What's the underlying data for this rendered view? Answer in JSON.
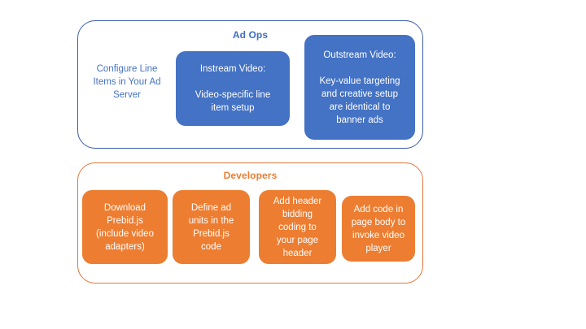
{
  "diagram": {
    "background_color": "#FFFFFF",
    "accent_blue": "#4472C4",
    "accent_orange": "#ED7D31",
    "groups": [
      {
        "id": "ad-ops",
        "title": "Ad Ops",
        "title_color": "#4472C4",
        "border_color": "#3A5DA8",
        "plain_item": {
          "label": "Configure Line\nItems in Your Ad\nServer"
        },
        "cards": [
          {
            "id": "instream-video",
            "label": "Instream Video:\n\nVideo-specific line\nitem setup",
            "fill": "#4472C4"
          },
          {
            "id": "outstream-video",
            "label": "Outstream Video:\n\nKey-value targeting\nand creative setup\nare identical to\nbanner ads",
            "fill": "#4472C4"
          }
        ]
      },
      {
        "id": "developers",
        "title": "Developers",
        "title_color": "#ED7D31",
        "border_color": "#E2763A",
        "cards": [
          {
            "id": "download-prebid",
            "label": "Download\nPrebid.js\n(include video\nadapters)",
            "fill": "#ED7D31"
          },
          {
            "id": "define-ad-units",
            "label": "Define ad\nunits in the\nPrebid.js\ncode",
            "fill": "#ED7D31"
          },
          {
            "id": "add-header-bidding",
            "label": "Add header\nbidding\ncoding to\nyour page\nheader",
            "fill": "#ED7D31"
          },
          {
            "id": "add-page-body-code",
            "label": "Add code in\npage body to\ninvoke video\nplayer",
            "fill": "#ED7D31"
          }
        ]
      }
    ]
  }
}
